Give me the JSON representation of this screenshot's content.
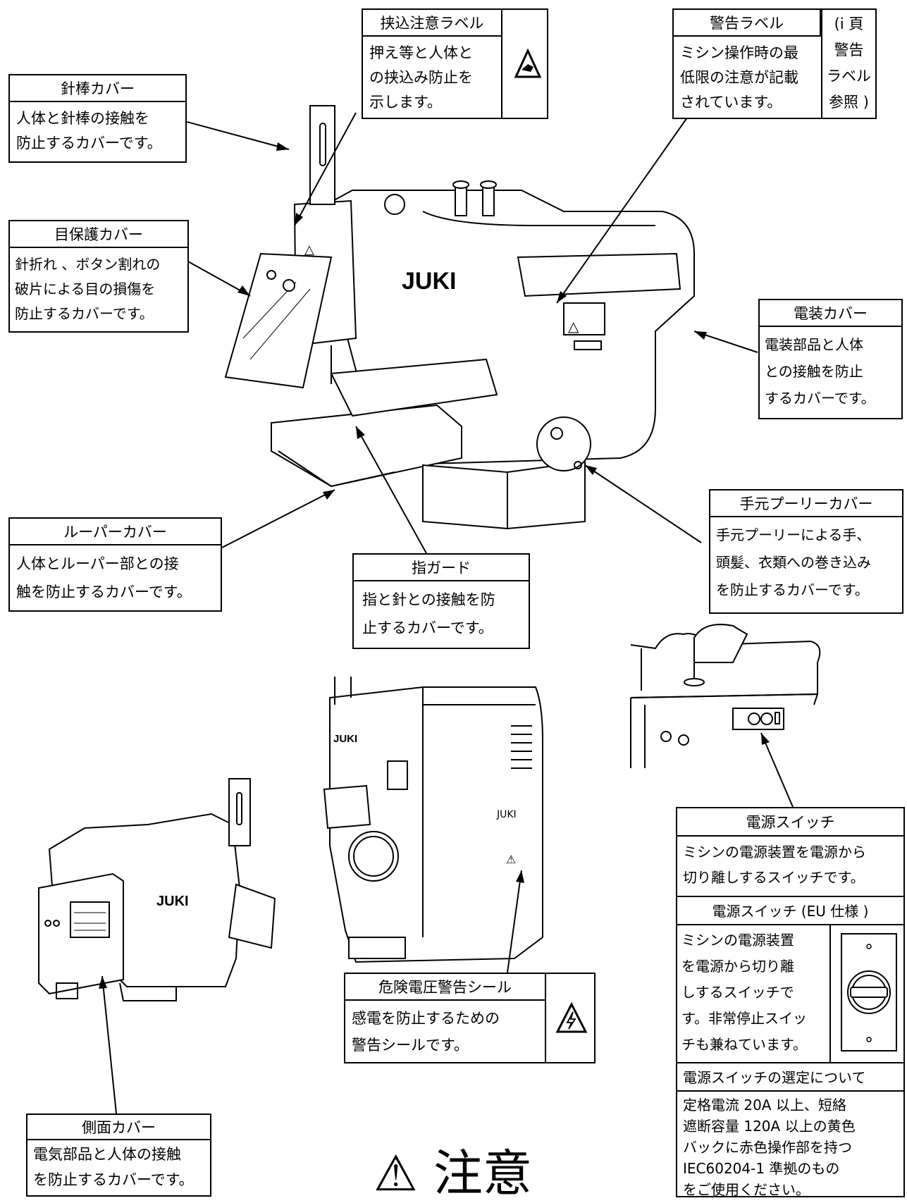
{
  "labels": {
    "pinch_label": {
      "title": "挟込注意ラベル",
      "lines": [
        "押え等と人体と",
        "の挟込み防止を",
        "示します。"
      ]
    },
    "warning_label": {
      "title": "警告ラベル",
      "lines": [
        "ミシン操作時の最",
        "低限の注意が記載",
        "されています。"
      ],
      "ref_lines": [
        "(i 頁",
        "警告",
        "ラベル",
        "参照 )"
      ]
    },
    "needle_bar_cover": {
      "title": "針棒カバー",
      "lines": [
        "人体と針棒の接触を",
        "防止するカバーです。"
      ]
    },
    "eye_guard": {
      "title": "目保護カバー",
      "lines": [
        "針折れ 、ボタン割れの",
        "破片による目の損傷を",
        "防止するカバーです。"
      ]
    },
    "electrical_cover": {
      "title": "電装カバー",
      "lines": [
        "電装部品と人体",
        "との接触を防止",
        "するカバーです。"
      ]
    },
    "pulley_cover": {
      "title": "手元プーリーカバー",
      "lines": [
        "手元プーリーによる手、",
        "頭髪、衣類への巻き込み",
        "を防止するカバーです。"
      ]
    },
    "looper_cover": {
      "title": "ルーパーカバー",
      "lines": [
        "人体とルーパー部との接",
        "触を防止するカバーです。"
      ]
    },
    "finger_guard": {
      "title": "指ガード",
      "lines": [
        "指と針との接触を防",
        "止するカバーです。"
      ]
    },
    "power_switch": {
      "title": "電源スイッチ",
      "lines": [
        "ミシンの電源装置を電源から",
        "切り離しするスイッチです。"
      ],
      "eu_title": "電源スイッチ (EU 仕様 )",
      "eu_lines": [
        "ミシンの電源装置",
        "を電源から切り離",
        "しするスイッチで",
        "す。非常停止スイッ",
        "チも兼ねています。"
      ],
      "select_title": "電源スイッチの選定について",
      "select_lines": [
        "定格電流 20A 以上、短絡",
        "遮断容量 120A 以上の黄色",
        "バックに赤色操作部を持つ",
        "IEC60204-1 準拠のもの",
        "をご使用ください。"
      ]
    },
    "hv_seal": {
      "title": "危険電圧警告シール",
      "lines": [
        "感電を防止するための",
        "警告シールです。"
      ]
    },
    "side_cover": {
      "title": "側面カバー",
      "lines": [
        "電気部品と人体の接触",
        "を防止するカバーです。"
      ]
    }
  },
  "machine_logo": "JUKI",
  "caution": "⚠ 注意",
  "icons": [
    "pinch-warning-icon",
    "high-voltage-warning-icon",
    "eu-power-switch-icon"
  ]
}
